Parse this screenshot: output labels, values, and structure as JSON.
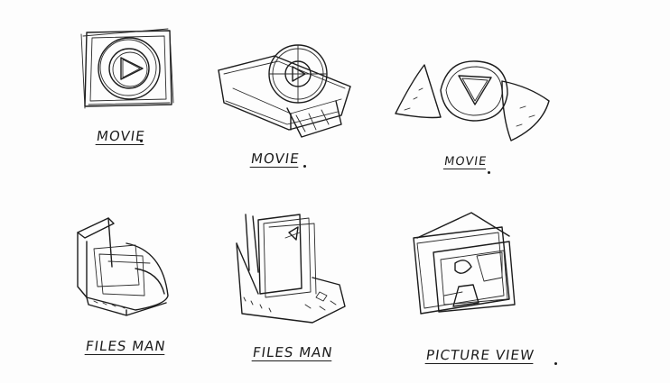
{
  "sketches": {
    "movie_icon_1": {
      "label": "MOVIE"
    },
    "movie_icon_2": {
      "label": "MOVIE"
    },
    "movie_icon_3": {
      "label": "MOVIE"
    },
    "files_icon_1": {
      "label": "FILES MAN"
    },
    "files_icon_2": {
      "label": "FILES MAN"
    },
    "picture_icon": {
      "label": "PICTURE VIEW"
    }
  }
}
